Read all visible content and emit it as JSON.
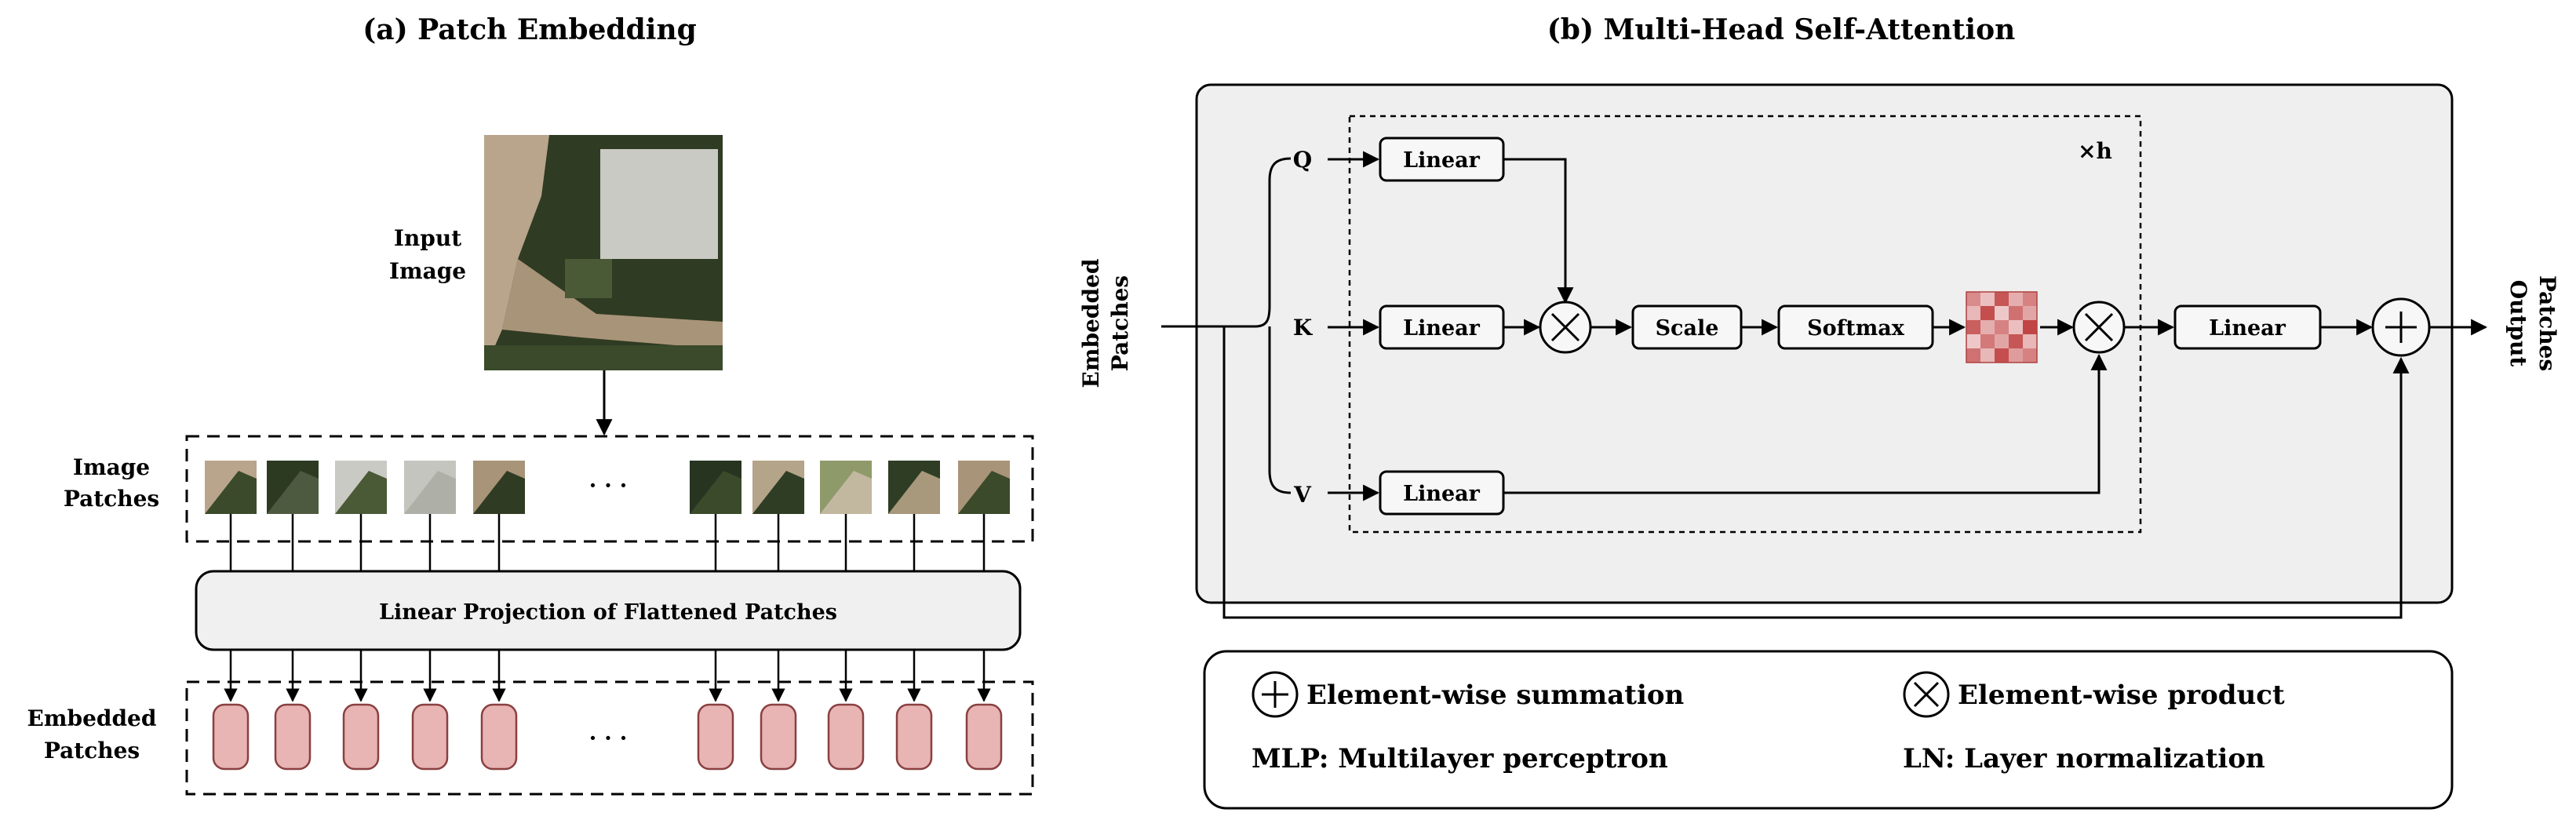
{
  "panel_a": {
    "title": "(a) Patch Embedding",
    "input_image_label_1": "Input",
    "input_image_label_2": "Image",
    "image_patches_label_1": "Image",
    "image_patches_label_2": "Patches",
    "ellipsis": "· · ·",
    "projection_label": "Linear Projection of Flattened Patches",
    "embedded_patches_label_1": "Embedded",
    "embedded_patches_label_2": "Patches",
    "colors": {
      "token_fill": "#e8b4b4",
      "token_stroke": "#8a4040",
      "panel_fill": "#f0f0f0"
    }
  },
  "panel_b": {
    "title": "(b) Multi-Head Self-Attention",
    "input_label_1": "Embedded",
    "input_label_2": "Patches",
    "output_label_1": "Output",
    "output_label_2": "Patches",
    "q": "Q",
    "k": "K",
    "v": "V",
    "repeat": "×h",
    "linear_q": "Linear",
    "linear_k": "Linear",
    "linear_v": "Linear",
    "linear_out": "Linear",
    "scale": "Scale",
    "softmax": "Softmax",
    "colors": {
      "block_fill": "#efefef",
      "attention_map_base": "#c44d4d"
    }
  },
  "legend": {
    "sum": "Element-wise summation",
    "product": "Element-wise product",
    "mlp": "MLP: Multilayer perceptron",
    "ln": "LN: Layer normalization"
  }
}
